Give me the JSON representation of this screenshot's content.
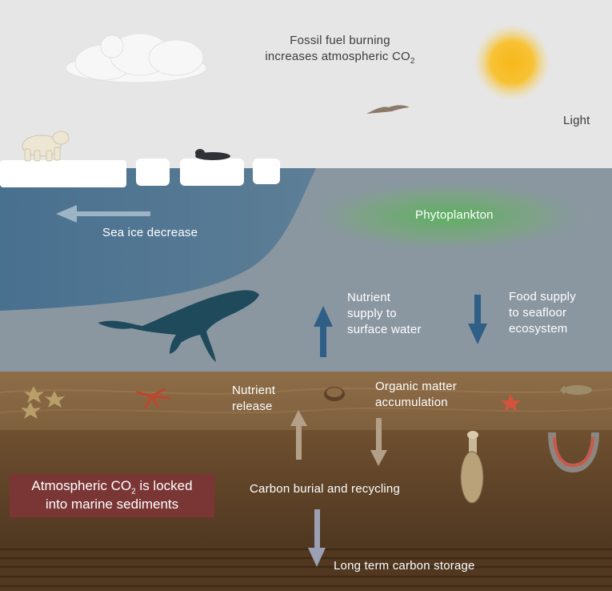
{
  "labels": {
    "fossil_line1": "Fossil fuel burning",
    "fossil_line2_pre": "increases atmospheric CO",
    "fossil_sub": "2",
    "light": "Light",
    "phytoplankton": "Phytoplankton",
    "sea_ice": "Sea ice decrease",
    "nutrient_supply_1": "Nutrient",
    "nutrient_supply_2": "supply to",
    "nutrient_supply_3": "surface water",
    "food_supply_1": "Food supply",
    "food_supply_2": "to seafloor",
    "food_supply_3": "ecosystem",
    "nutrient_release_1": "Nutrient",
    "nutrient_release_2": "release",
    "organic_1": "Organic matter",
    "organic_2": "accumulation",
    "carbon_burial": "Carbon burial and recycling",
    "long_term": "Long term carbon storage",
    "locked_line1_pre": "Atmospheric CO",
    "locked_sub": "2",
    "locked_line1_post": " is locked",
    "locked_line2": "into marine sediments"
  },
  "colors": {
    "sky": "#e6e6e6",
    "ocean": "#8a97a1",
    "ice_water": "#4f7390",
    "phytoplankton": "#5fae5a",
    "seafloor": "#8b6a45",
    "sediment": "#6c4e2e",
    "deep_sediment": "#54391f",
    "sun": "#f4b81c",
    "up_arrow": "#3f6b8f",
    "down_arrow": "#3f6b8f",
    "sediment_arrow": "#b5a089",
    "locked_box": "#7a3535"
  },
  "icons": [
    "cloud-icon",
    "sun-icon",
    "bird-icon",
    "polar-bear-icon",
    "seal-icon",
    "whale-icon",
    "starfish-icon",
    "clam-icon",
    "flatfish-icon",
    "geoduck-icon",
    "worm-burrow-icon"
  ]
}
